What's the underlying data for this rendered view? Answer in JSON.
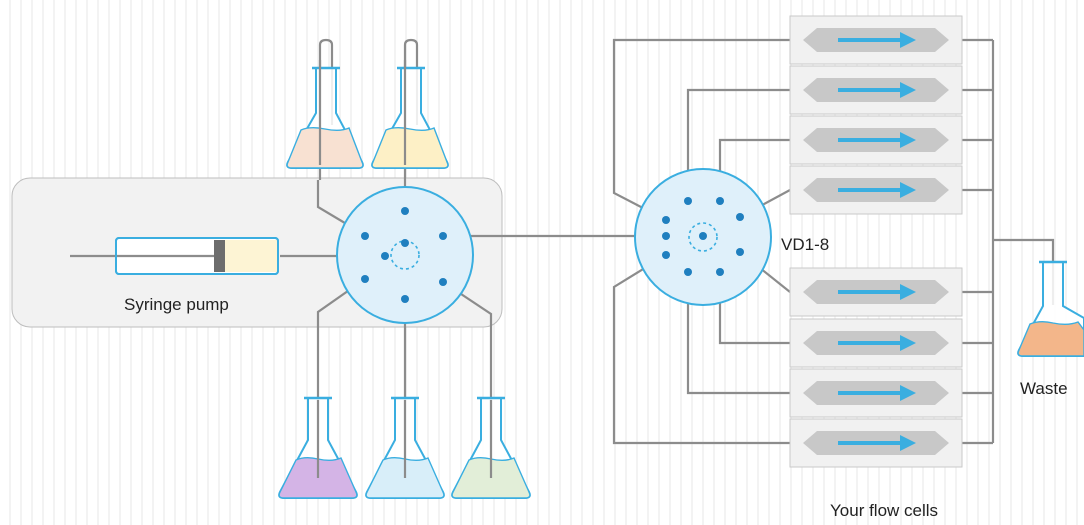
{
  "labels": {
    "syringe_pump": "Syringe pump",
    "distribution_valve": "VD1-8",
    "waste": "Waste",
    "flow_cells": "Your flow cells"
  },
  "colors": {
    "valve_fill": "#dff0fa",
    "valve_stroke": "#3aaee0",
    "port": "#1f7fbf",
    "tube": "#8c8c8c",
    "arrow": "#3aaee0",
    "flow_cell_body": "#c8c8c8",
    "flow_cell_frame": "#f1f1f1",
    "pump_panel": "#f2f2f2",
    "syringe_plunger": "#6d6d6d",
    "syringe_liquid": "#fdf4d4"
  },
  "reservoirs": {
    "top_left_liquid": "#f8e1d2",
    "top_right_liquid": "#fdf0c6",
    "bottom_left_liquid": "#d4b4e6",
    "bottom_middle_liquid": "#d8eef9",
    "bottom_right_liquid": "#e2eed8",
    "waste_liquid": "#f3b68a"
  },
  "flow_cells": {
    "count": 8
  },
  "valve_ports": 8
}
